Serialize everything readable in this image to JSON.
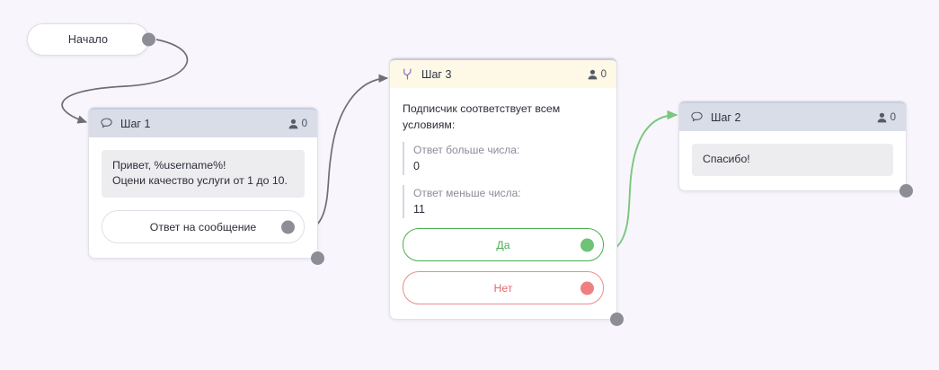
{
  "canvas": {
    "background_color": "#f8f6fc",
    "edge_color": "#6e6e76",
    "edge_color_yes": "#7ac77f"
  },
  "start_node": {
    "label": "Начало",
    "port_name": "output-port"
  },
  "nodes": [
    {
      "id": "step1",
      "title": "Шаг 1",
      "icon": "speech-bubble-icon",
      "header_color": "#d9dde8",
      "subscribers_count": "0",
      "message_lines": [
        "Привет, %username%!",
        "Оцени качество услуги от 1 до 10."
      ],
      "button_label": "Ответ на сообщение"
    },
    {
      "id": "step3",
      "title": "Шаг 3",
      "icon": "branch-icon",
      "header_color": "#fdf9e6",
      "subscribers_count": "0",
      "condition_title": "Подписчик соответствует всем условиям:",
      "conditions": [
        {
          "label": "Ответ больше числа:",
          "value": "0"
        },
        {
          "label": "Ответ меньше числа:",
          "value": "11"
        }
      ],
      "yes_label": "Да",
      "no_label": "Нет",
      "yes_color": "#4caf50",
      "no_color": "#e26a6a"
    },
    {
      "id": "step2",
      "title": "Шаг 2",
      "icon": "speech-bubble-icon",
      "header_color": "#d9dde8",
      "subscribers_count": "0",
      "message_lines": [
        "Спасибо!"
      ]
    }
  ]
}
